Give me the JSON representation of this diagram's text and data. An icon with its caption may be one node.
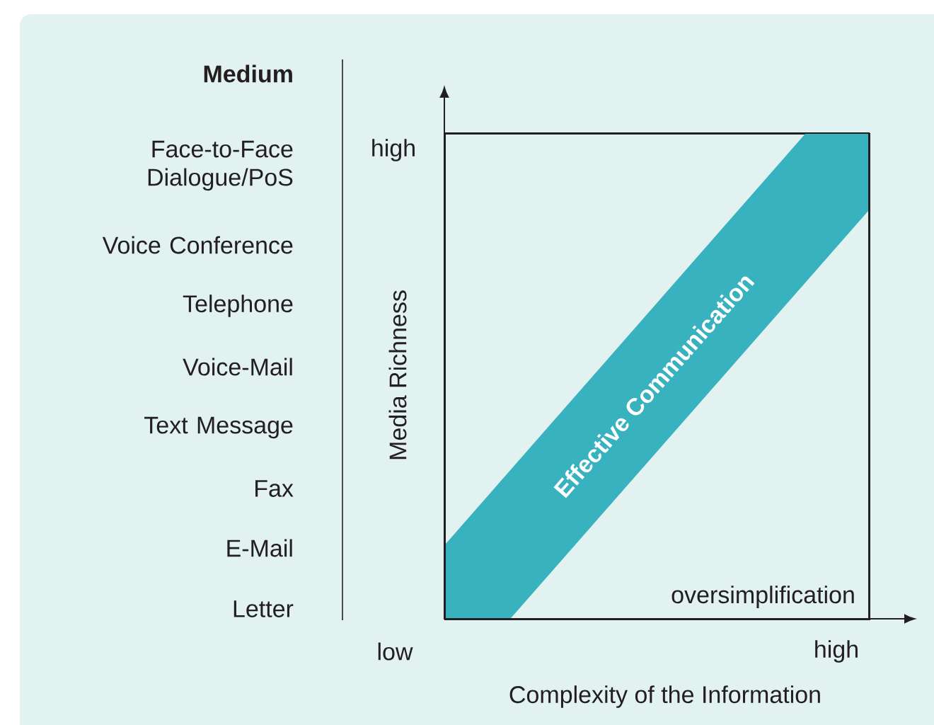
{
  "diagram": {
    "nodes": [
      {
        "text": [
          "oversimplification"
        ]
      },
      {
        "text": [
          "Effective Communication"
        ],
        "in": 0
      }
    ],
    "edges": [],
    "labels": [
      "Medium",
      "Face-to-Face Dialogue/PoS",
      "Voice Conference",
      "Telephone",
      "Voice-Mail",
      "Text Message",
      "Fax",
      "E-Mail",
      "Letter",
      "high",
      "Media Richness",
      "low",
      "high",
      "Complexity of the Information"
    ]
  }
}
